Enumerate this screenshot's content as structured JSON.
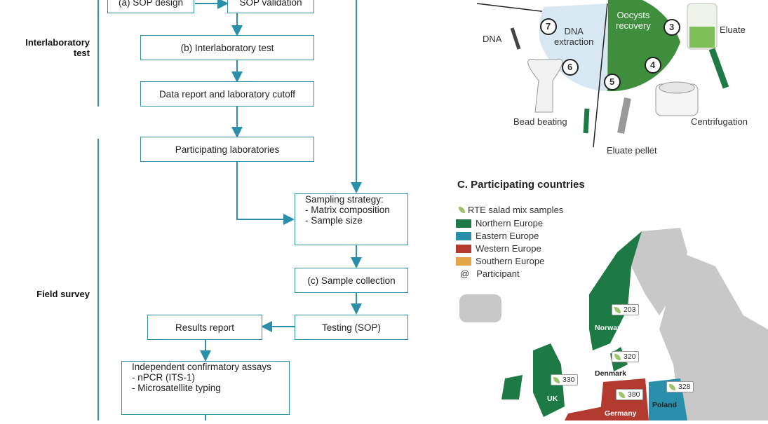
{
  "flow": {
    "sop_design": "(a) SOP design",
    "sop_validation": "SOP validation",
    "interlab_test": "(b) Interlaboratory test",
    "data_report": "Data report and laboratory cutoff",
    "participating_labs": "Participating laboratories",
    "sampling_title": "Sampling strategy:",
    "sampling_item1": "- Matrix composition",
    "sampling_item2": "- Sample size",
    "sample_collection": "(c) Sample collection",
    "testing": "Testing (SOP)",
    "results_report": "Results report",
    "confirm_title": "Independent confirmatory assays",
    "confirm_item1": "- nPCR (ITS-1)",
    "confirm_item2": "- Microsatellite typing"
  },
  "sidelabels": {
    "interlab": "Interlaboratory\ntest",
    "field": "Field survey"
  },
  "workflow": {
    "dna": "DNA",
    "dna_extraction": "DNA\nextraction",
    "oocysts_recovery": "Oocysts\nrecovery",
    "eluate": "Eluate",
    "bead_beating": "Bead beating",
    "centrifugation": "Centrifugation",
    "eluate_pellet": "Eluate pellet",
    "steps": [
      "7",
      "6",
      "5",
      "4",
      "3"
    ]
  },
  "countries_panel": {
    "title": "C. Participating countries",
    "legend": [
      {
        "label": "RTE salad mix samples",
        "color": "#9dc46a",
        "kind": "leaf"
      },
      {
        "label": "Northern Europe",
        "color": "#1e7a44",
        "kind": "swatch"
      },
      {
        "label": "Eastern Europe",
        "color": "#2a8fab",
        "kind": "swatch"
      },
      {
        "label": "Western Europe",
        "color": "#b23a2e",
        "kind": "swatch"
      },
      {
        "label": "Southern Europe",
        "color": "#e3a646",
        "kind": "swatch"
      },
      {
        "label": "Participant",
        "color": "#333333",
        "kind": "at"
      }
    ],
    "countries": [
      {
        "name": "Norway",
        "count": "203"
      },
      {
        "name": "Denmark",
        "count": "320"
      },
      {
        "name": "UK",
        "count": "330"
      },
      {
        "name": "Germany",
        "count": "380"
      },
      {
        "name": "Poland",
        "count": "328"
      }
    ],
    "at": "@"
  },
  "colors": {
    "teal": "#2a8fab",
    "north": "#1e7a44",
    "east": "#2a8fab",
    "west": "#b23a2e",
    "grey": "#c8c8c8"
  }
}
